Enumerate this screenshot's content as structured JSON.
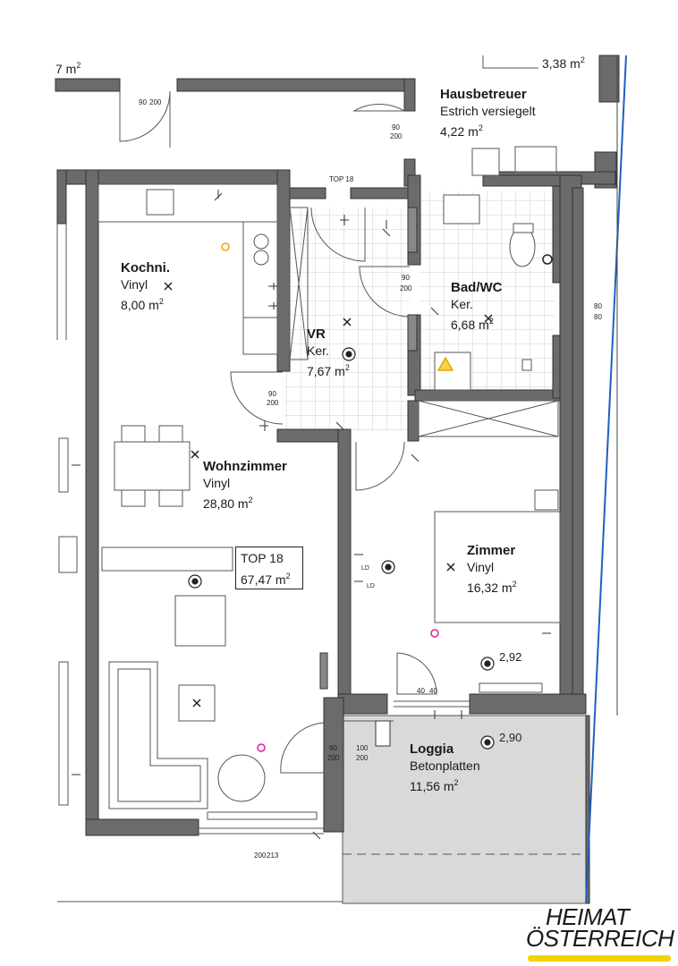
{
  "rooms": {
    "kochni": {
      "name": "Kochni.",
      "floor": "Vinyl",
      "area": "8,00 m",
      "unit": "2"
    },
    "vr": {
      "name": "VR",
      "floor": "Ker.",
      "area": "7,67 m",
      "unit": "2"
    },
    "bad": {
      "name": "Bad/WC",
      "floor": "Ker.",
      "area": "6,68 m",
      "unit": "2"
    },
    "wohnzimmer": {
      "name": "Wohnzimmer",
      "floor": "Vinyl",
      "area": "28,80 m",
      "unit": "2"
    },
    "zimmer": {
      "name": "Zimmer",
      "floor": "Vinyl",
      "area": "16,32 m",
      "unit": "2"
    },
    "loggia": {
      "name": "Loggia",
      "floor": "Betonplatten",
      "area": "11,56 m",
      "unit": "2"
    },
    "hausbetreuer": {
      "name": "Hausbetreuer",
      "floor": "Estrich versiegelt",
      "area": "4,22 m",
      "unit": "2"
    }
  },
  "top_unit": {
    "label": "TOP 18",
    "area": "67,47 m",
    "unit": "2"
  },
  "partial_areas": {
    "top_right": "3,38 m",
    "top_right_unit": "2",
    "top_left": "7 m",
    "top_left_unit": "2"
  },
  "ceiling_heights": {
    "zimmer": "2,92",
    "loggia": "2,90"
  },
  "door_sizes": [
    "90",
    "200",
    "80",
    "100",
    "200",
    "213",
    "40"
  ],
  "small_marks": {
    "top18_mark": "TOP 18",
    "ld": "LD"
  },
  "logo": {
    "line1": "HEIMAT",
    "line2": "ÖSTERREICH",
    "accent": "#f3d200"
  },
  "colors": {
    "wall": "#5a5a5a",
    "loggia_fill": "#d9d9d9",
    "tile_grid": "#c8c8c8",
    "outlet_pink": "#e0209a",
    "light_yellow": "#e8a800",
    "boundary_blue": "#2060c0"
  }
}
